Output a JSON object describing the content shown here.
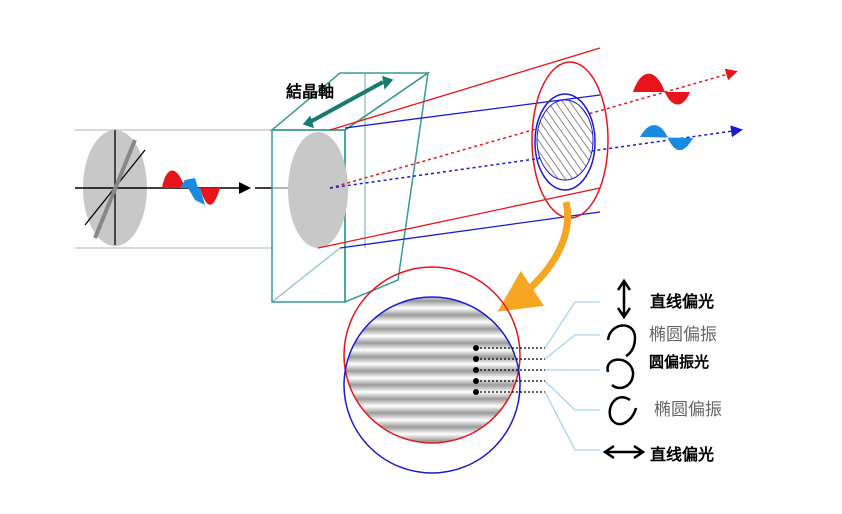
{
  "labels": {
    "crystal_axis": "結晶軸",
    "linear_top": "直线偏光",
    "elliptical_top": "椭圆偏振",
    "circular": "圆偏振光",
    "elliptical_bottom": "椭圆偏振",
    "linear_bottom": "直线偏光"
  },
  "colors": {
    "red": "#e8141c",
    "blue": "#1a1ad0",
    "teal": "#3a9a94",
    "orange": "#f5a623",
    "lightblue": "#a9d3ee"
  }
}
